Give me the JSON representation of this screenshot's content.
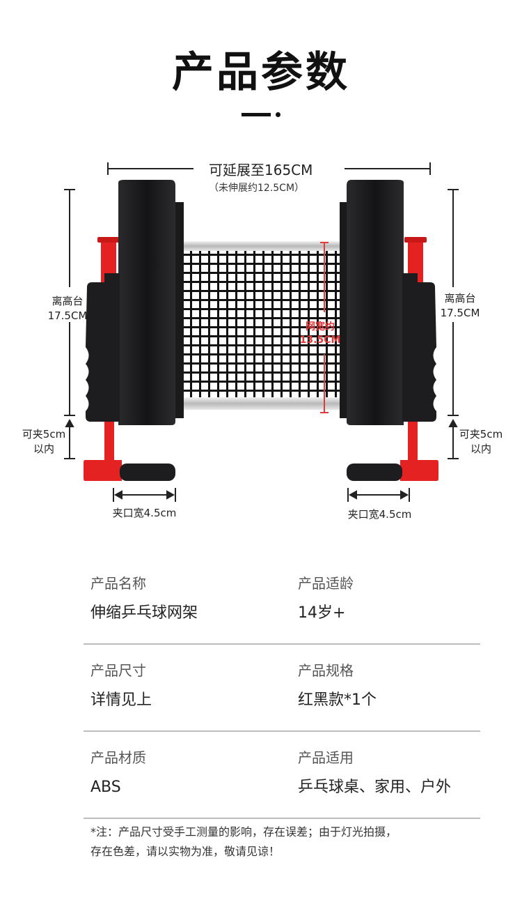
{
  "page": {
    "title": "产品参数"
  },
  "diagram": {
    "width_label": "可延展至165CM",
    "width_sublabel": "（未伸展约12.5CM）",
    "left_height_label": [
      "离高台",
      "17.5CM"
    ],
    "right_height_label": [
      "离高台",
      "17.5CM"
    ],
    "left_clamp_label": [
      "可夹5cm",
      "以内"
    ],
    "right_clamp_label": [
      "可夹5cm",
      "以内"
    ],
    "net_width_label": [
      "网宽约",
      "13.5CM"
    ],
    "left_jaw_label": "夹口宽4.5cm",
    "right_jaw_label": "夹口宽4.5cm",
    "colors": {
      "body": "#1c1c1e",
      "accent": "#e52222",
      "net": "#111111",
      "label_red": "#e03a3a"
    }
  },
  "specs": [
    {
      "left": {
        "label": "产品名称",
        "value": "伸缩乒乓球网架"
      },
      "right": {
        "label": "产品适龄",
        "value": "14岁+"
      }
    },
    {
      "left": {
        "label": "产品尺寸",
        "value": "详情见上"
      },
      "right": {
        "label": "产品规格",
        "value": "红黑款*1个"
      }
    },
    {
      "left": {
        "label": "产品材质",
        "value": "ABS"
      },
      "right": {
        "label": "产品适用",
        "value": "乒乓球桌、家用、户外"
      }
    }
  ],
  "note": {
    "line1": "*注：产品尺寸受手工测量的影响，存在误差；由于灯光拍摄，",
    "line2": "存在色差，请以实物为准，敬请见谅！"
  }
}
